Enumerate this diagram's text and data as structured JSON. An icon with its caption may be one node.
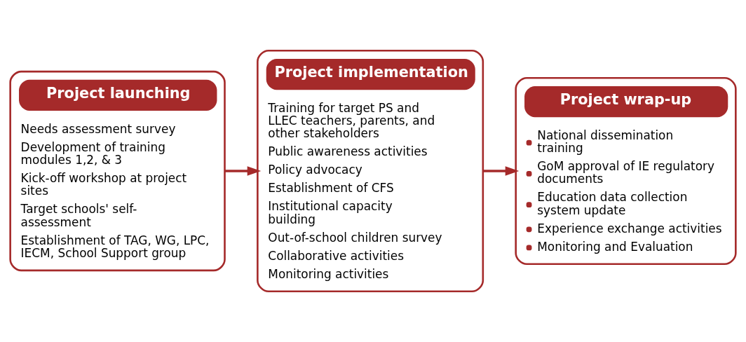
{
  "diagram": {
    "nodes": [
      {
        "text": [
          "Project launching",
          "Needs assessment survey",
          "Development of training modules 1,2, & 3",
          "Kick-off workshop at project sites",
          "Target schools' self-assessment",
          "Establishment of TAG, WG, LPC, IECM, School Support group"
        ]
      },
      {
        "text": [
          "Project implementation",
          "Training for target PS and LLEC teachers, parents, and other stakeholders",
          "Public awareness activities",
          "Policy advocacy",
          "Establishment of CFS",
          "Institutional capacity building",
          "Out-of-school children survey",
          "Collaborative activities",
          "Monitoring activities"
        ]
      },
      {
        "text": [
          "Project wrap-up",
          "National dissemination training",
          "GoM approval of IE regulatory documents",
          "Education data collection system update",
          "Experience exchange activities",
          "Monitoring and Evaluation"
        ]
      }
    ],
    "edges": [
      {
        "from": 0,
        "to": 1,
        "arrow": "to"
      },
      {
        "from": 1,
        "to": 2,
        "arrow": "to"
      }
    ]
  }
}
